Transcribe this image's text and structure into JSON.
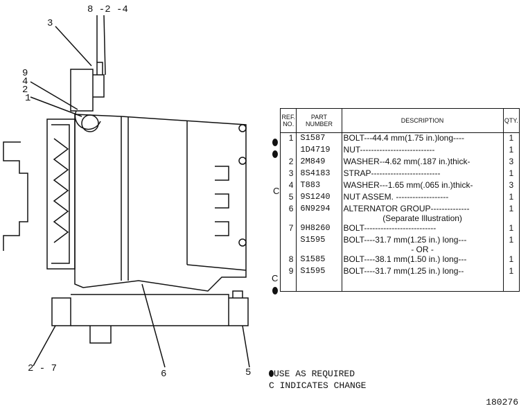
{
  "callouts": {
    "c824": "8 -2 -4",
    "c3": "3",
    "c9": "9",
    "c4": "4",
    "c2": "2",
    "c1": "1",
    "c27": "2 - 7",
    "c6": "6",
    "c5": "5"
  },
  "table": {
    "headers": {
      "ref": [
        "REF.",
        "NO."
      ],
      "part": [
        "PART",
        "NUMBER"
      ],
      "desc": "DESCRIPTION",
      "qty": "QTY."
    },
    "rows": [
      {
        "ref": "1",
        "part": "S1587",
        "desc": "BOLT---44.4 mm(1.75 in.)long----",
        "qty": "1"
      },
      {
        "ref": "",
        "part": "1D4719",
        "desc": "NUT---------------------------",
        "qty": "1"
      },
      {
        "ref": "2",
        "part": "2M849",
        "desc": "WASHER--4.62 mm(.187 in.)thick-",
        "qty": "3"
      },
      {
        "ref": "3",
        "part": "8S4183",
        "desc": "STRAP-------------------------",
        "qty": "1"
      },
      {
        "ref": "4",
        "part": "T883",
        "desc": "WASHER---1.65 mm(.065 in.)thick-",
        "qty": "3"
      },
      {
        "ref": "5",
        "part": "9S1240",
        "desc": "NUT ASSEM. -------------------",
        "qty": "1"
      },
      {
        "ref": "6",
        "part": "6N9294",
        "desc": "ALTERNATOR GROUP--------------",
        "desc2": "(Separate Illustration)",
        "qty": "1"
      },
      {
        "ref": "7",
        "part": "9H8260",
        "desc": "BOLT--------------------------",
        "qty": "1"
      },
      {
        "ref": "",
        "part": "S1595",
        "desc": "BOLT----31.7 mm(1.25 in.) long---",
        "desc2": "- OR -",
        "qty": "1"
      },
      {
        "ref": "8",
        "part": "S1585",
        "desc": "BOLT----38.1 mm(1.50 in.) long---",
        "qty": "1"
      },
      {
        "ref": "9",
        "part": "S1595",
        "desc": "BOLT----31.7 mm(1.25 in.) long--",
        "qty": "1"
      }
    ]
  },
  "markers": {
    "c_letter": "C"
  },
  "legend": {
    "use_as_required": "USE AS REQUIRED",
    "indicates_change": "C INDICATES CHANGE"
  },
  "illustration_number": "180276"
}
